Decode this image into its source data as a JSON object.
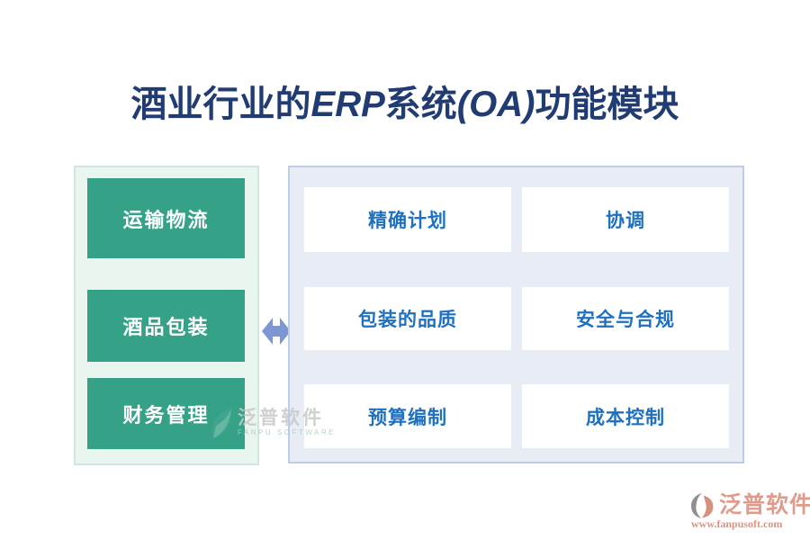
{
  "title": {
    "full": "酒业行业的ERP系统(OA)功能模块",
    "segments": [
      {
        "t": "酒业行业的",
        "style": "cjk"
      },
      {
        "t": "ERP",
        "style": "latin"
      },
      {
        "t": "系统",
        "style": "cjk"
      },
      {
        "t": "(OA)",
        "style": "latin"
      },
      {
        "t": "功能模块",
        "style": "cjk"
      }
    ]
  },
  "left_panel": {
    "items": [
      {
        "label": "运输物流"
      },
      {
        "label": "酒品包装"
      },
      {
        "label": "财务管理"
      }
    ]
  },
  "right_panel": {
    "items": [
      {
        "label": "精确计划"
      },
      {
        "label": "协调"
      },
      {
        "label": "包装的品质"
      },
      {
        "label": "安全与合规"
      },
      {
        "label": "预算编制"
      },
      {
        "label": "成本控制"
      }
    ]
  },
  "watermark": {
    "name": "泛普软件",
    "subtitle": "FANPU SOFTWARE"
  },
  "footer_logo": {
    "name": "泛普软件",
    "url": "www.fanpusoft.com"
  },
  "colors": {
    "title_navy": "#213c72",
    "button_green": "#35a287",
    "left_panel_bg": "#e9f5ef",
    "left_panel_border": "#cfe8db",
    "right_panel_bg": "#e8ecf5",
    "right_panel_border": "#bfcce6",
    "card_text": "#2070c0",
    "arrow": "#7e97d3",
    "logo_salmon": "#df9c8c",
    "logo_url": "#dc9383",
    "watermark_gray": "#c6c9c8",
    "watermark_teal": "#4aab93",
    "watermark_sub": "#a5cec0"
  }
}
